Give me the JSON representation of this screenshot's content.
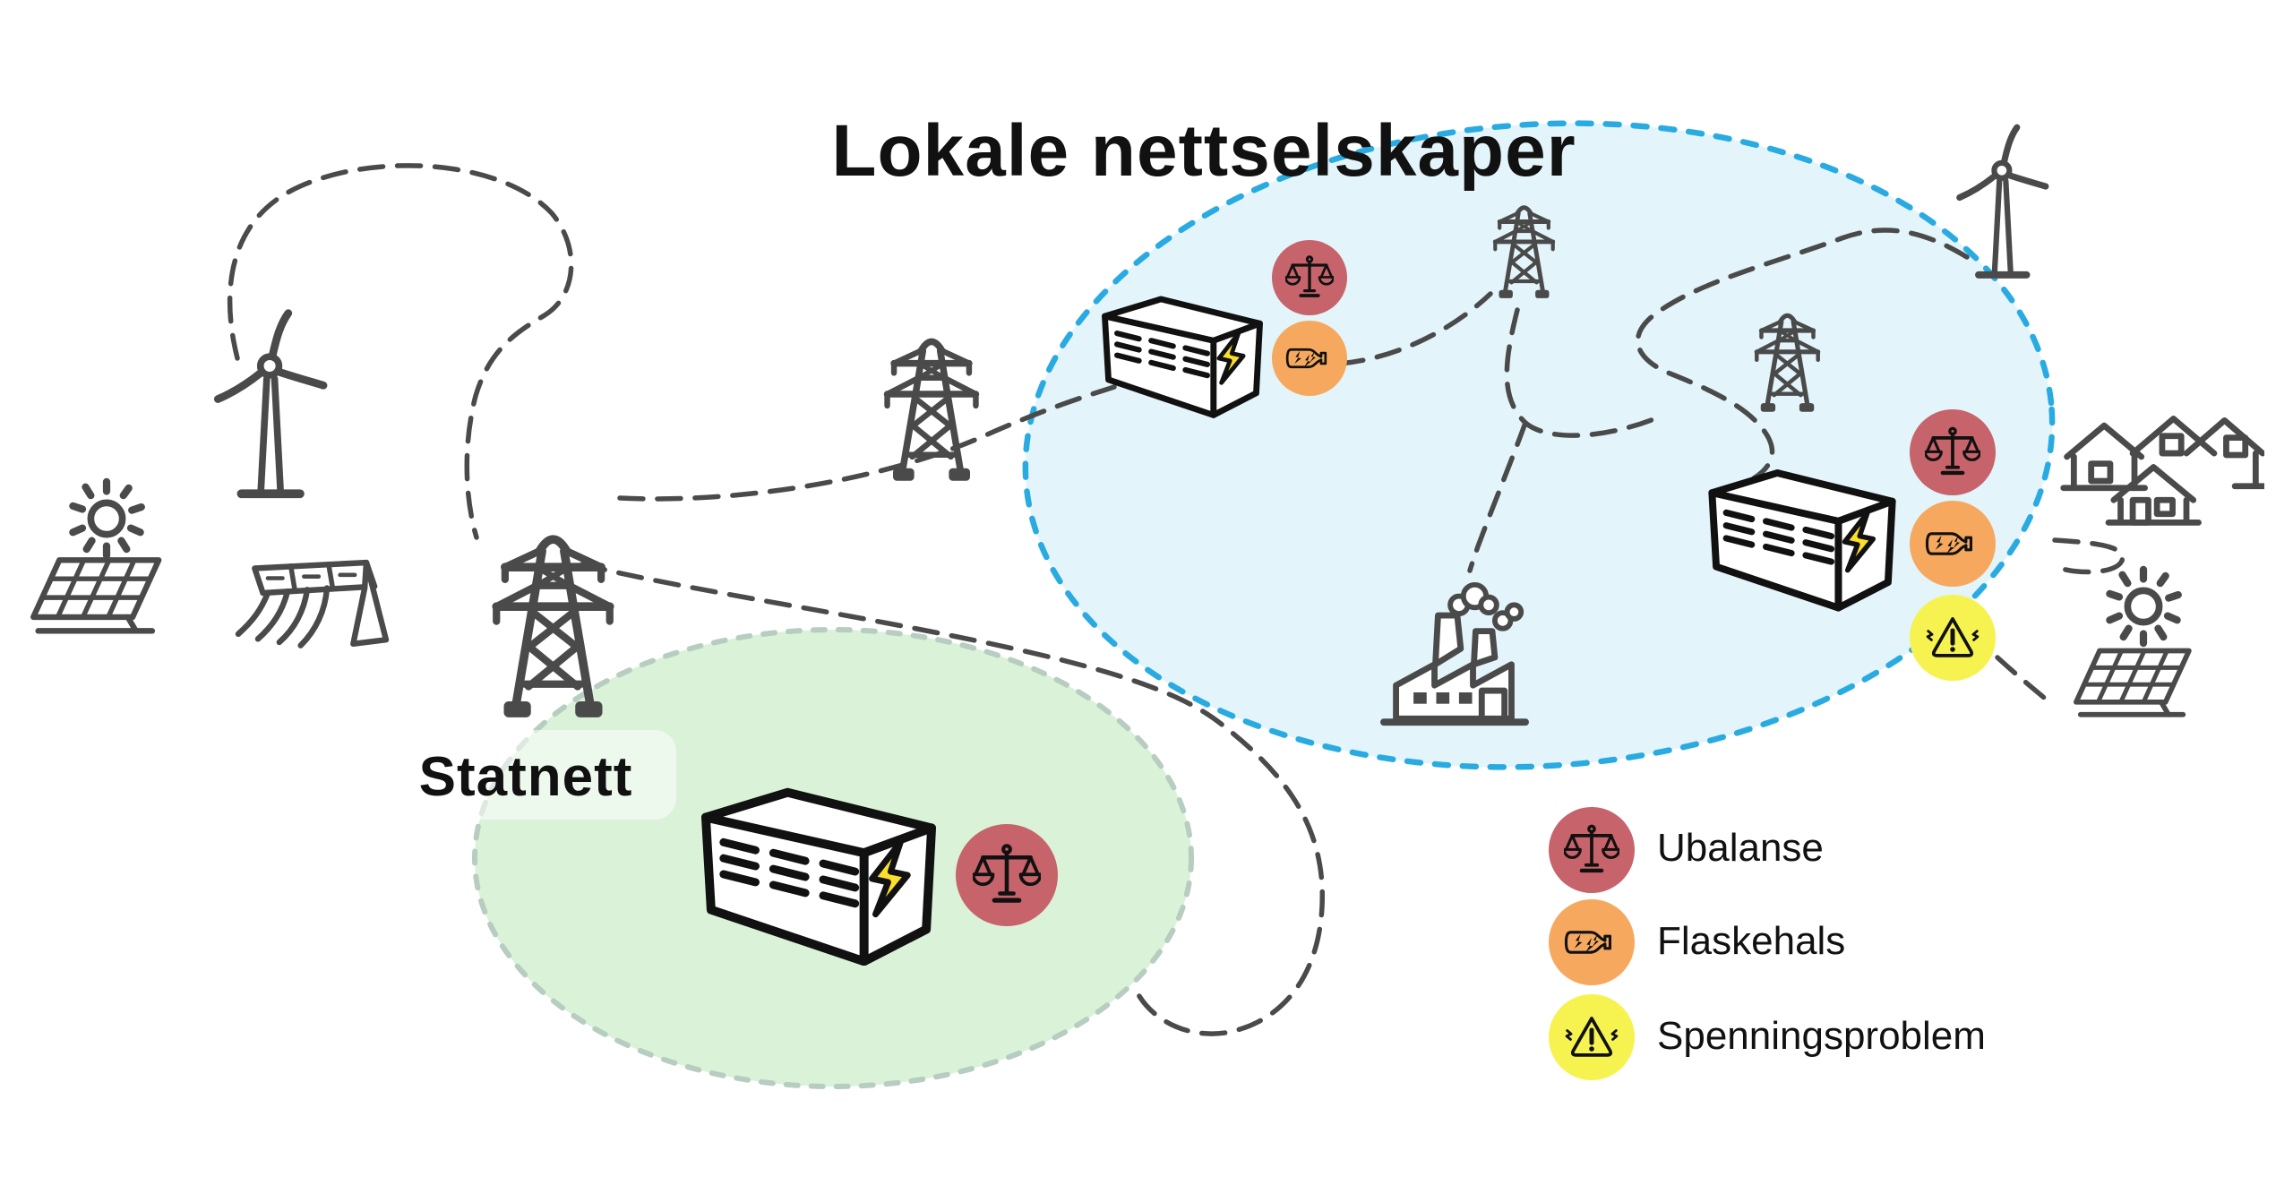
{
  "title": "Lokale nettselskaper",
  "regions": {
    "statnett": {
      "label": "Statnett",
      "fill": "#d9f2d8",
      "border": "#b7cdc0"
    },
    "local_grid": {
      "label": "Lokale nettselskaper",
      "fill": "#e3f4fa",
      "border": "#29abe2"
    }
  },
  "legend": {
    "items": [
      {
        "label": "Ubalanse",
        "color": "#c7636a",
        "icon": "scales-icon"
      },
      {
        "label": "Flaskehals",
        "color": "#f6a95e",
        "icon": "bottleneck-icon"
      },
      {
        "label": "Spenningsproblem",
        "color": "#f6f351",
        "icon": "voltage-warning-icon"
      }
    ]
  },
  "badges": {
    "statnett_battery": [
      "Ubalanse"
    ],
    "local_battery_left": [
      "Ubalanse",
      "Flaskehals"
    ],
    "local_battery_right": [
      "Ubalanse",
      "Flaskehals",
      "Spenningsproblem"
    ]
  },
  "colors": {
    "line": "#4a4a4a",
    "icon_dark": "#474747",
    "battery_outline": "#111111",
    "bolt_yellow": "#fbdf2c",
    "badge_red": "#c7636a",
    "badge_orange": "#f6a95e",
    "badge_yellow": "#f6f351",
    "text": "#111111"
  },
  "icons": [
    "wind-turbine-icon",
    "solar-panel-icon",
    "sun-icon",
    "hydro-dam-icon",
    "transmission-pylon-icon",
    "battery-container-icon",
    "factory-icon",
    "houses-icon",
    "scales-icon",
    "bottleneck-icon",
    "voltage-warning-icon"
  ]
}
